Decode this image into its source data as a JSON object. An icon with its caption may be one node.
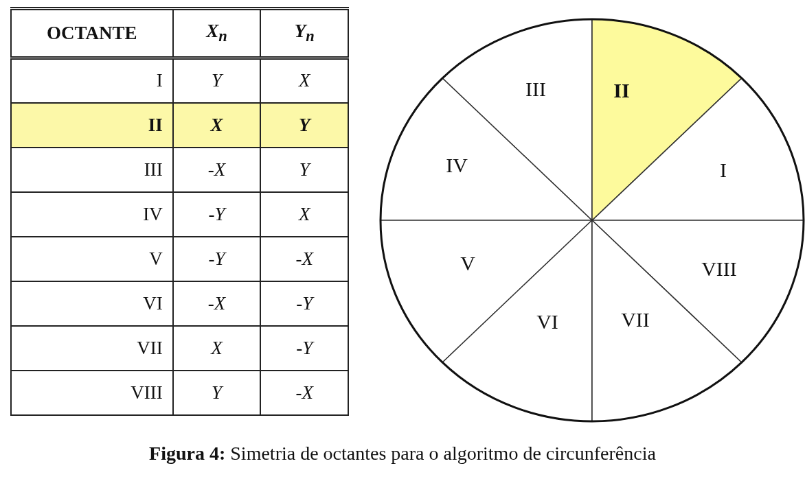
{
  "diagram": {
    "caption": "**Figura 4:** Simetria de octantes para o algoritmo de circunferência",
    "nodes": [
      {
        "text": [
          "III"
        ]
      },
      {
        "text": [
          "II"
        ]
      },
      {
        "text": [
          "IV"
        ]
      },
      {
        "text": [
          "I"
        ]
      },
      {
        "text": [
          "V"
        ]
      },
      {
        "text": [
          "VIII"
        ]
      },
      {
        "text": [
          "VI"
        ]
      },
      {
        "text": [
          "VII"
        ]
      }
    ],
    "labels": [
      "OCTANTE",
      "X$_{n}$",
      "Y$_{n}$",
      "I",
      "Y",
      "X",
      "II",
      "X",
      "Y",
      "III",
      "-X",
      "Y",
      "IV",
      "-Y",
      "X",
      "V",
      "-Y",
      "-X",
      "VI",
      "-X",
      "-Y",
      "VII",
      "X",
      "-Y",
      "VIII",
      "Y",
      "-X"
    ]
  }
}
